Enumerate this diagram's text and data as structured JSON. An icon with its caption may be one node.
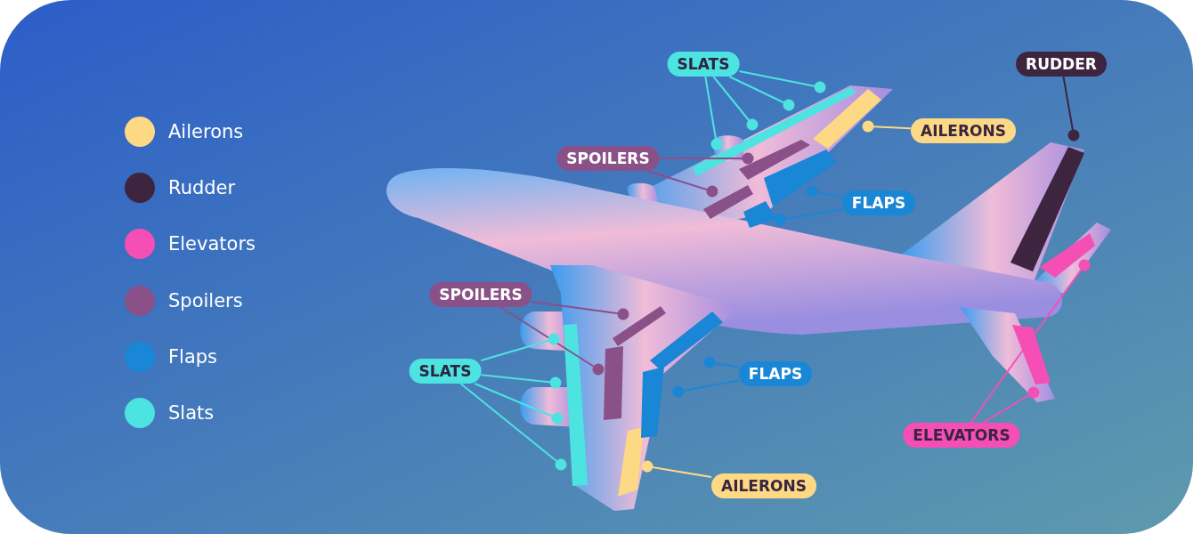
{
  "diagram": {
    "nodes": [
      {
        "text": [
          "SLATS"
        ]
      },
      {
        "text": [
          "RUDDER"
        ]
      },
      {
        "text": [
          "AILERONS"
        ]
      },
      {
        "text": [
          "SPOILERS"
        ]
      },
      {
        "text": [
          "FLAPS"
        ]
      },
      {
        "text": [
          "SPOILERS"
        ]
      },
      {
        "text": [
          "SLATS"
        ]
      },
      {
        "text": [
          "FLAPS"
        ]
      },
      {
        "text": [
          "ELEVATORS"
        ]
      },
      {
        "text": [
          "AILERONS"
        ]
      }
    ],
    "edges": [
      {
        "from": 0,
        "to": null,
        "arrow": "other",
        "color": "#4de3e0"
      },
      {
        "from": 0,
        "to": null,
        "arrow": "other",
        "color": "#4de3e0"
      },
      {
        "from": 0,
        "to": null,
        "arrow": "other",
        "color": "#4de3e0"
      },
      {
        "from": 0,
        "to": null,
        "arrow": "other",
        "color": "#4de3e0"
      },
      {
        "from": 1,
        "to": null,
        "arrow": "other",
        "color": "#3d2540"
      },
      {
        "from": 2,
        "to": null,
        "arrow": "other",
        "color": "#fdd985"
      },
      {
        "from": 3,
        "to": null,
        "arrow": "other",
        "color": "#8a5088"
      },
      {
        "from": 3,
        "to": null,
        "arrow": "other",
        "color": "#8a5088"
      },
      {
        "from": 4,
        "to": null,
        "arrow": "other",
        "color": "#1a86d6"
      },
      {
        "from": 4,
        "to": null,
        "arrow": "other",
        "color": "#1a86d6"
      },
      {
        "from": 5,
        "to": null,
        "arrow": "other",
        "color": "#8a5088"
      },
      {
        "from": 5,
        "to": null,
        "arrow": "other",
        "color": "#8a5088"
      },
      {
        "from": 6,
        "to": null,
        "arrow": "other",
        "color": "#4de3e0"
      },
      {
        "from": 6,
        "to": null,
        "arrow": "other",
        "color": "#4de3e0"
      },
      {
        "from": 6,
        "to": null,
        "arrow": "other",
        "color": "#4de3e0"
      },
      {
        "from": 6,
        "to": null,
        "arrow": "other",
        "color": "#4de3e0"
      },
      {
        "from": 7,
        "to": null,
        "arrow": "other",
        "color": "#1a86d6"
      },
      {
        "from": 7,
        "to": null,
        "arrow": "other",
        "color": "#1a86d6"
      },
      {
        "from": 8,
        "to": null,
        "arrow": "other",
        "color": "#f54fb5"
      },
      {
        "from": 8,
        "to": null,
        "arrow": "other",
        "color": "#f54fb5"
      },
      {
        "from": 9,
        "to": null,
        "arrow": "other",
        "color": "#fdd985"
      }
    ],
    "legend": [
      {
        "text": "Ailerons",
        "color": "#fdd985"
      },
      {
        "text": "Rudder",
        "color": "#3d2540"
      },
      {
        "text": "Elevators",
        "color": "#f54fb5"
      },
      {
        "text": "Spoilers",
        "color": "#8a5088"
      },
      {
        "text": "Flaps",
        "color": "#1a86d6"
      },
      {
        "text": "Slats",
        "color": "#4de3e0"
      }
    ]
  }
}
